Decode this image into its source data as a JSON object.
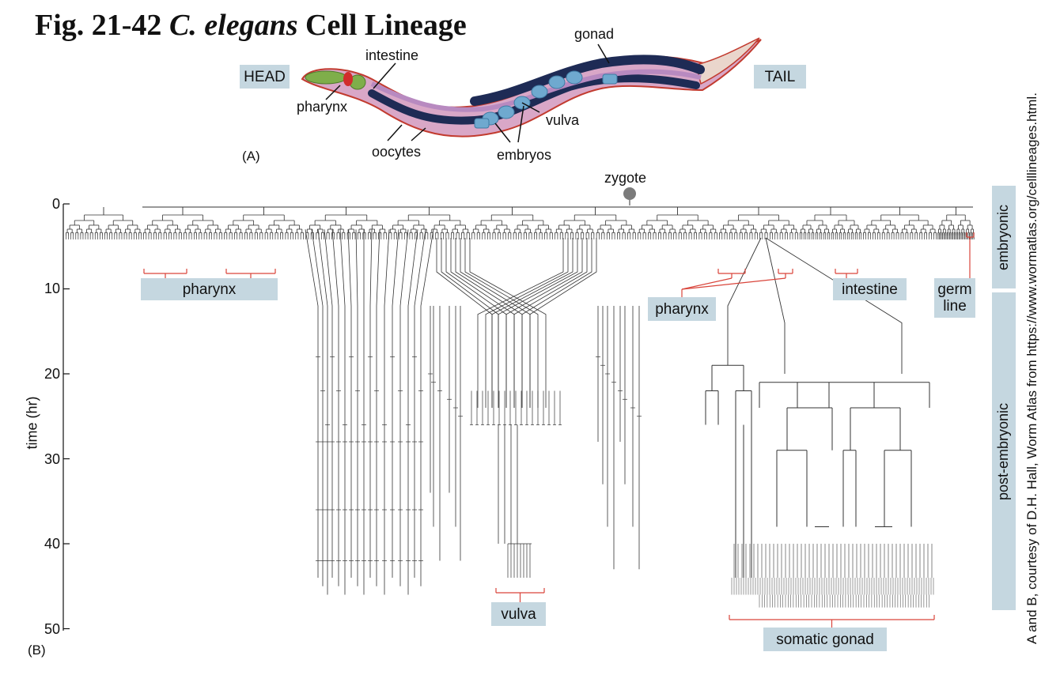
{
  "title": {
    "prefix": "Fig. 21-42",
    "species": "C. elegans",
    "suffix": "Cell Lineage"
  },
  "panel_a": {
    "label": "(A)",
    "orientation": {
      "head": "HEAD",
      "tail": "TAIL"
    },
    "parts": {
      "gonad": "gonad",
      "intestine": "intestine",
      "pharynx": "pharynx",
      "vulva": "vulva",
      "oocytes": "oocytes",
      "embryos": "embryos"
    },
    "colors": {
      "body": "#d9a7c7",
      "gonad": "#1e2b55",
      "embryo": "#6fa9cf",
      "pharynx": "#7fae4a",
      "outline": "#c23b2f"
    }
  },
  "panel_b": {
    "label": "(B)",
    "root_label": "zygote",
    "axis": {
      "label": "time (hr)",
      "ticks": [
        "0",
        "10",
        "20",
        "30",
        "40",
        "50"
      ],
      "range": [
        0,
        50
      ]
    },
    "stage_labels": {
      "embryonic": "embryonic",
      "post_embryonic": "post-embryonic"
    },
    "tissue_labels": {
      "pharynx_left": "pharynx",
      "pharynx_right": "pharynx",
      "intestine": "intestine",
      "germ_line": "germ line",
      "vulva": "vulva",
      "somatic_gonad": "somatic gonad"
    },
    "colors": {
      "bracket": "#d9443a",
      "label_box": "#c5d7e0",
      "tree": "#333333"
    }
  },
  "credit": "A and B, courtesy of D.H. Hall, Worm Atlas from https://www.wormatlas.org/celllineages.html."
}
